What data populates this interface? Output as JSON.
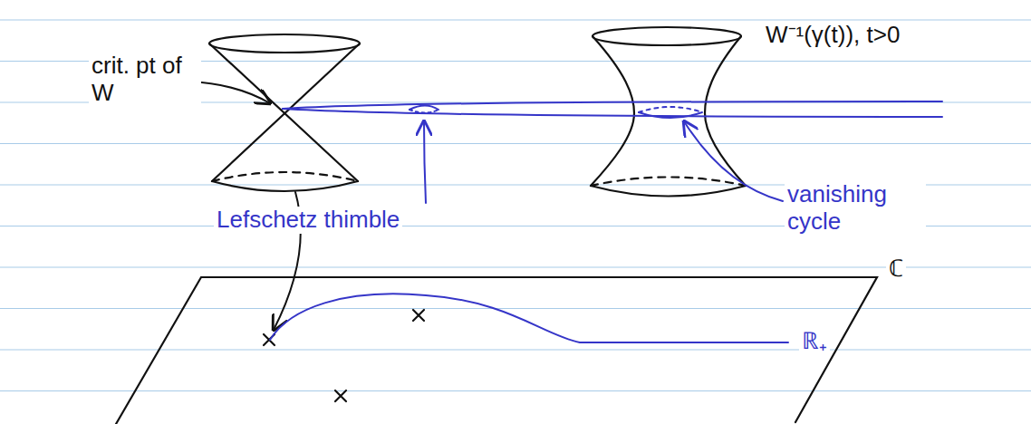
{
  "diagram": {
    "labels": [
      "crit. pt of W",
      "W⁻¹(γ(t)), t>0",
      "vanishing cycle",
      "Lefschetz thimble",
      "ℂ",
      "ℝ₊"
    ]
  }
}
